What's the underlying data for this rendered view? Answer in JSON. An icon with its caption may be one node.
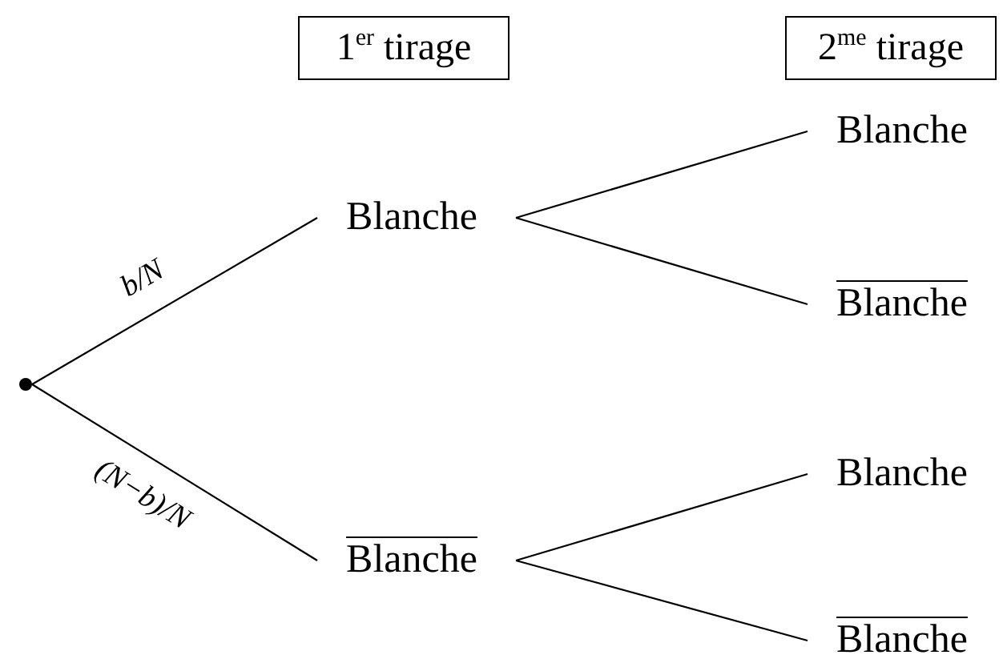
{
  "diagram": {
    "nodes": [
      {
        "text": [
          "1$^{er}$ tirage"
        ]
      },
      {
        "text": [
          "2$^{me}$ tirage"
        ]
      },
      {
        "text": [],
        "shape": "circle"
      },
      {
        "text": [
          "Blanche"
        ]
      },
      {
        "text": [
          "Blanche"
        ]
      },
      {
        "text": [
          "Blanche"
        ]
      },
      {
        "text": [
          "Blanche"
        ]
      },
      {
        "text": [
          "Blanche"
        ]
      },
      {
        "text": [
          "Blanche"
        ]
      }
    ],
    "edges": [
      {
        "from": 2,
        "to": 3,
        "arrow": "none",
        "label": "b/N"
      },
      {
        "from": 2,
        "to": 4,
        "arrow": "none",
        "label": "(N−b)/N"
      },
      {
        "from": 3,
        "to": 5,
        "arrow": "none"
      },
      {
        "from": 3,
        "to": 6,
        "arrow": "none"
      },
      {
        "from": 4,
        "to": 7,
        "arrow": "none"
      },
      {
        "from": 4,
        "to": 8,
        "arrow": "none"
      }
    ]
  }
}
